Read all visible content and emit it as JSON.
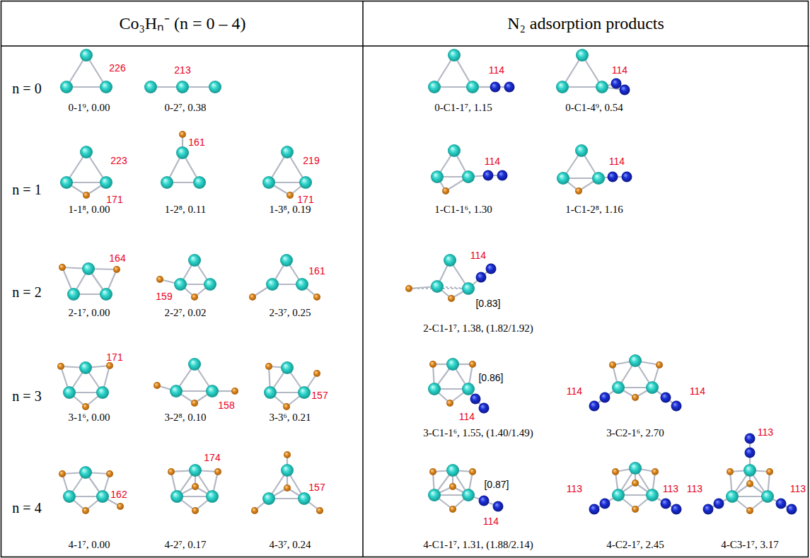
{
  "diagram": {
    "labels": [
      "Co₃Hₙ⁻ (n = 0 – 4)",
      "N₂ adsorption products",
      "n = 0",
      "226",
      "0-1⁹, 0.00",
      "213",
      "0-2⁷, 0.38",
      "114",
      "0-C1-1⁷, 1.15",
      "114",
      "0-C1-4⁹, 0.54",
      "n = 1",
      "223",
      "171",
      "1-1⁸, 0.00",
      "161",
      "1-2⁸, 0.11",
      "219",
      "171",
      "1-3⁸, 0.19",
      "114",
      "1-C1-1⁶, 1.30",
      "114",
      "1-C1-2⁸, 1.16",
      "n = 2",
      "164",
      "2-1⁷, 0.00",
      "159",
      "2-2⁷, 0.02",
      "161",
      "2-3⁷, 0.25",
      "114",
      "[0.83]",
      "2-C1-1⁷, 1.38, (1.82/1.92)",
      "n = 3",
      "171",
      "3-1⁶, 0.00",
      "158",
      "3-2⁸, 0.10",
      "157",
      "3-3⁶, 0.21",
      "[0.86]",
      "114",
      "3-C1-1⁶, 1.55, (1.40/1.49)",
      "114",
      "114",
      "3-C2-1⁶, 2.70",
      "n = 4",
      "162",
      "4-1⁷, 0.00",
      "174",
      "4-2⁷, 0.17",
      "157",
      "4-3⁷, 0.24",
      "[0.87]",
      "114",
      "4-C1-1⁷, 1.31, (1.88/2.14)",
      "113",
      "113",
      "4-C2-1⁷, 2.45",
      "113",
      "113",
      "113",
      "4-C3-1⁷, 3.17"
    ]
  }
}
